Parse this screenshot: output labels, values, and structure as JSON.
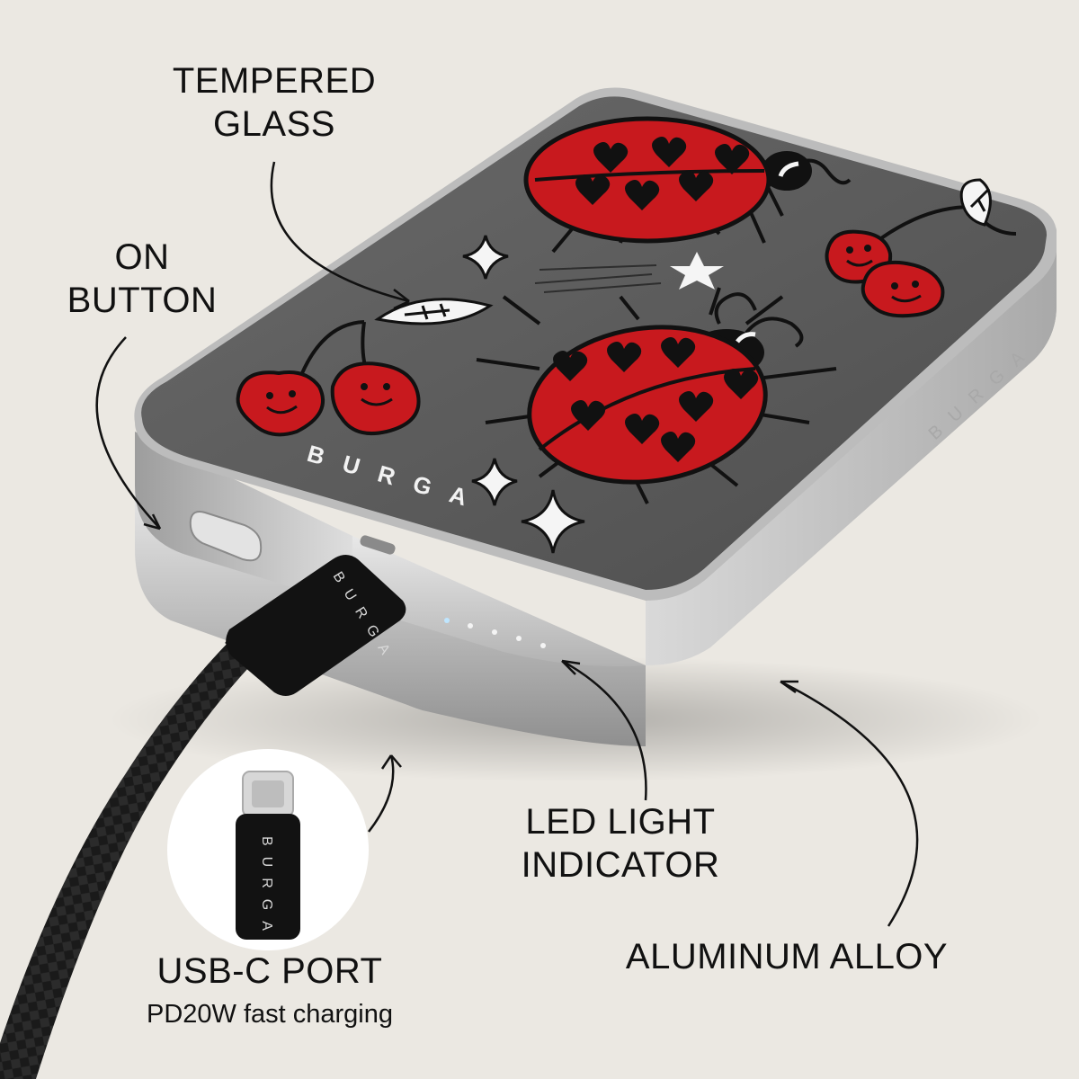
{
  "labels": {
    "tempered_glass": [
      "TEMPERED",
      "GLASS"
    ],
    "on_button": [
      "ON",
      "BUTTON"
    ],
    "led_indicator": [
      "LED LIGHT",
      "INDICATOR"
    ],
    "aluminum_alloy": "ALUMINUM ALLOY",
    "usb_port": "USB-C PORT",
    "usb_port_sub": "PD20W fast charging"
  },
  "brand": {
    "logo_text": "BURGA"
  },
  "colors": {
    "background": "#ebe8e2",
    "glass_top": "#5a5a5a",
    "aluminum": "#c9c9c9",
    "ladybug_red": "#c8191e",
    "ink": "#111111",
    "led": "#bfe6ff",
    "cable": "#1a1a1a"
  },
  "product": {
    "led_count": 5,
    "icons": [
      "ladybug-icon",
      "cherry-icon",
      "sparkle-icon",
      "star-icon",
      "leaf-icon"
    ]
  }
}
